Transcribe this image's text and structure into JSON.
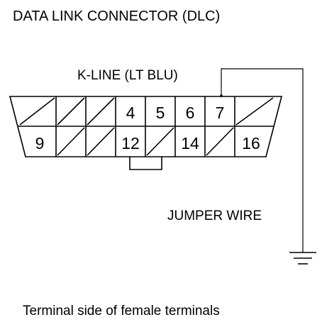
{
  "title": "DATA LINK CONNECTOR (DLC)",
  "kline_label": "K-LINE (LT BLU)",
  "jumper_label": "JUMPER WIRE",
  "footer": "Terminal side of female terminals",
  "pins_top": [
    "",
    "",
    "",
    "4",
    "5",
    "6",
    "7",
    ""
  ],
  "pins_bottom": [
    "9",
    "",
    "",
    "12",
    "",
    "14",
    "",
    "16"
  ]
}
